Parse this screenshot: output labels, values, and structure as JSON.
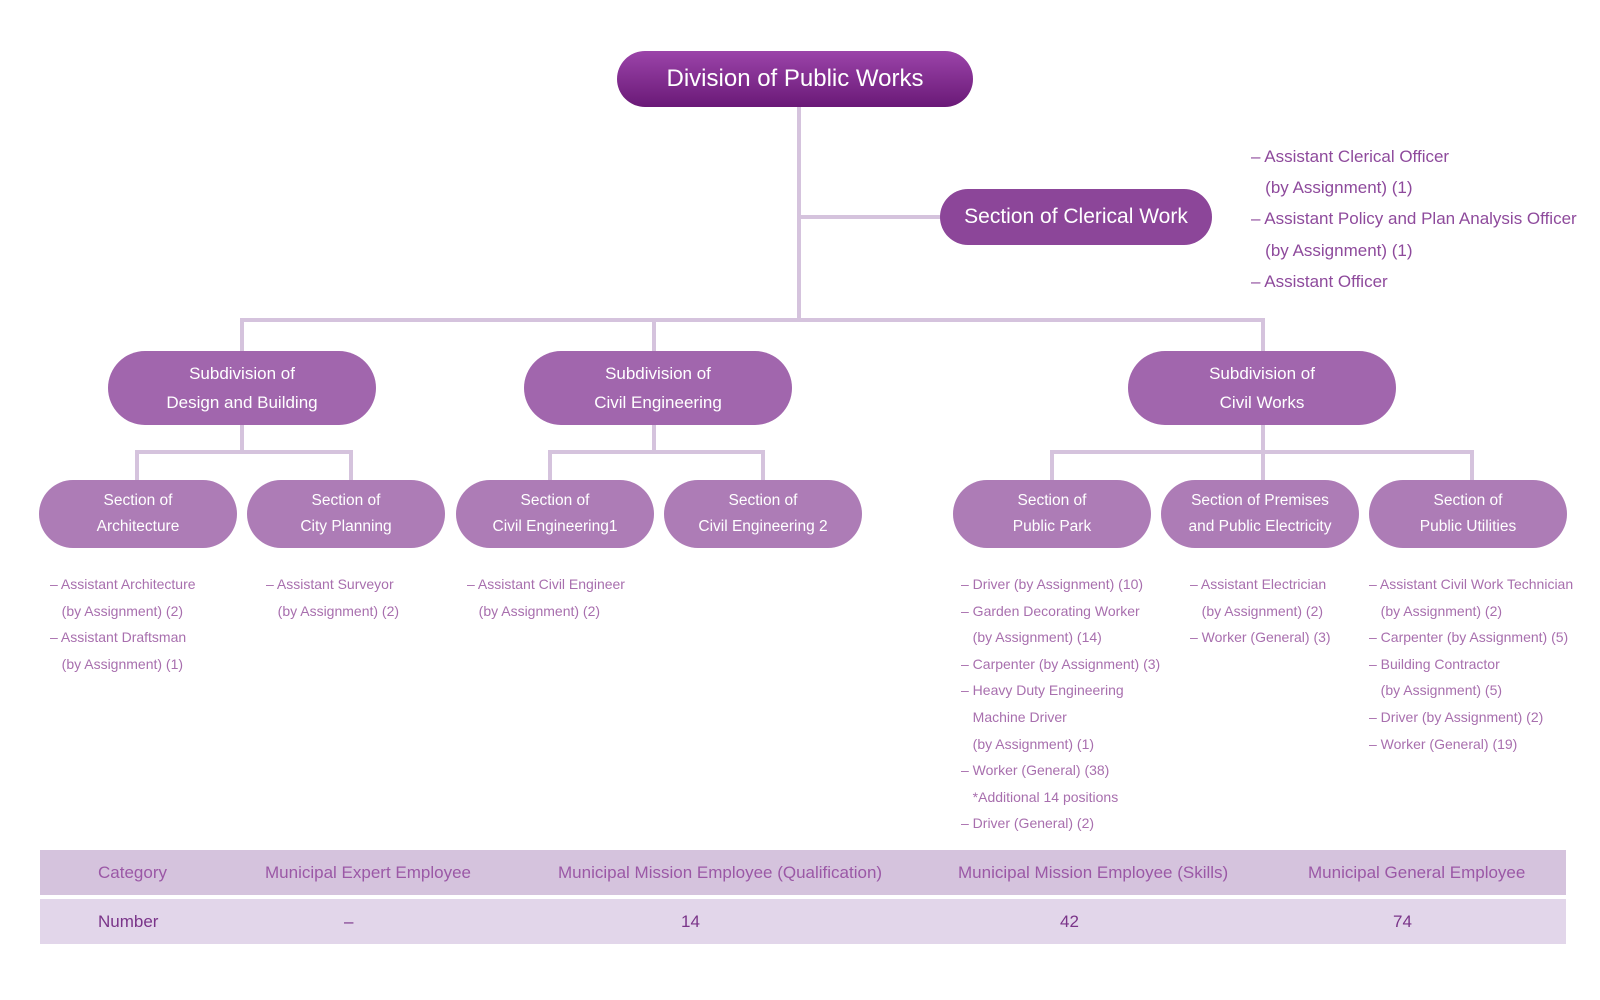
{
  "colors": {
    "connector": "#d5c3dd",
    "top_node": "#7a2386",
    "clerical_node": "#8c4699",
    "subdivision_node": "#a166ad",
    "section_node": "#ad7cb6",
    "list_text": "#a86fae"
  },
  "division": {
    "title": "Division of Public Works"
  },
  "clerical": {
    "title": "Section of Clerical Work",
    "positions": [
      "– Assistant Clerical Officer",
      "   (by Assignment) (1)",
      "– Assistant Policy and Plan Analysis Officer",
      "   (by Assignment) (1)",
      "– Assistant Officer"
    ]
  },
  "subdivisions": [
    {
      "line1": "Subdivision of",
      "line2": "Design and Building"
    },
    {
      "line1": "Subdivision of",
      "line2": "Civil Engineering"
    },
    {
      "line1": "Subdivision of",
      "line2": "Civil Works"
    }
  ],
  "sections": [
    {
      "line1": "Section of",
      "line2": "Architecture",
      "positions": [
        "– Assistant Architecture",
        "   (by Assignment) (2)",
        "– Assistant Draftsman",
        "   (by Assignment) (1)"
      ]
    },
    {
      "line1": "Section of",
      "line2": "City Planning",
      "positions": [
        "– Assistant Surveyor",
        "   (by Assignment) (2)"
      ]
    },
    {
      "line1": "Section of",
      "line2": "Civil Engineering1",
      "positions": [
        "– Assistant Civil Engineer",
        "   (by Assignment) (2)"
      ]
    },
    {
      "line1": "Section of",
      "line2": "Civil Engineering 2",
      "positions": []
    },
    {
      "line1": "Section of",
      "line2": "Public Park",
      "positions": [
        "– Driver (by Assignment) (10)",
        "– Garden Decorating Worker",
        "   (by Assignment) (14)",
        "– Carpenter (by Assignment) (3)",
        "– Heavy Duty Engineering",
        "   Machine Driver",
        "   (by Assignment) (1)",
        "– Worker (General) (38)",
        "   *Additional 14 positions",
        "– Driver (General) (2)"
      ]
    },
    {
      "line1": "Section of Premises",
      "line2": "and Public Electricity",
      "positions": [
        "– Assistant Electrician",
        "   (by Assignment) (2)",
        "– Worker (General) (3)"
      ]
    },
    {
      "line1": "Section of",
      "line2": "Public Utilities",
      "positions": [
        "– Assistant Civil Work Technician",
        "   (by Assignment) (2)",
        "– Carpenter (by Assignment) (5)",
        "– Building Contractor",
        "   (by Assignment) (5)",
        "– Driver (by Assignment) (2)",
        "– Worker (General) (19)"
      ]
    }
  ],
  "summary": {
    "headers": [
      "Category",
      "Municipal Expert Employee",
      "Municipal Mission Employee (Qualification)",
      "Municipal Mission Employee (Skills)",
      "Municipal General Employee"
    ],
    "values": [
      "Number",
      "–",
      "14",
      "42",
      "74"
    ]
  }
}
